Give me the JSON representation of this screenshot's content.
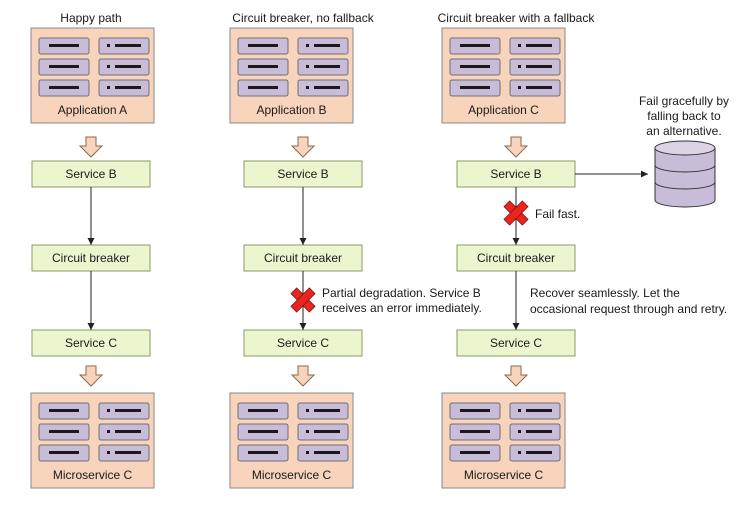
{
  "colors": {
    "server_fill": "#f7d4bb",
    "server_stroke": "#8a8a8a",
    "rack_fill": "#c9bcd8",
    "rack_stroke": "#6f6f6f",
    "service_fill": "#ebf6cf",
    "service_stroke": "#8c9a6a",
    "arrow_fill": "#f7d4bb",
    "arrow_stroke": "#8a6a50",
    "fail_x": "#e8261f",
    "line": "#222222",
    "db_fill": "#c9bcd8"
  },
  "columns": [
    {
      "header": "Happy path",
      "app": "Application A",
      "service_top": "Service B",
      "breaker": "Circuit breaker",
      "service_bottom": "Service C",
      "micro": "Microservice C"
    },
    {
      "header": "Circuit breaker, no fallback",
      "app": "Application B",
      "service_top": "Service B",
      "breaker": "Circuit breaker",
      "service_bottom": "Service C",
      "micro": "Microservice C",
      "note": [
        "Partial degradation. Service B",
        "receives an error immediately."
      ]
    },
    {
      "header": "Circuit breaker with a fallback",
      "app": "Application C",
      "service_top": "Service B",
      "breaker": "Circuit breaker",
      "service_bottom": "Service C",
      "micro": "Microservice C",
      "fail_note": "Fail fast.",
      "recover_note": [
        "Recover seamlessly. Let the",
        "occasional request through and retry."
      ]
    }
  ],
  "fallback_note": [
    "Fail gracefully by",
    "falling back to",
    "an alternative."
  ],
  "icons": {
    "server": "server-rack-icon",
    "database": "database-icon",
    "fail": "red-x-icon",
    "flow": "down-block-arrow-icon"
  }
}
